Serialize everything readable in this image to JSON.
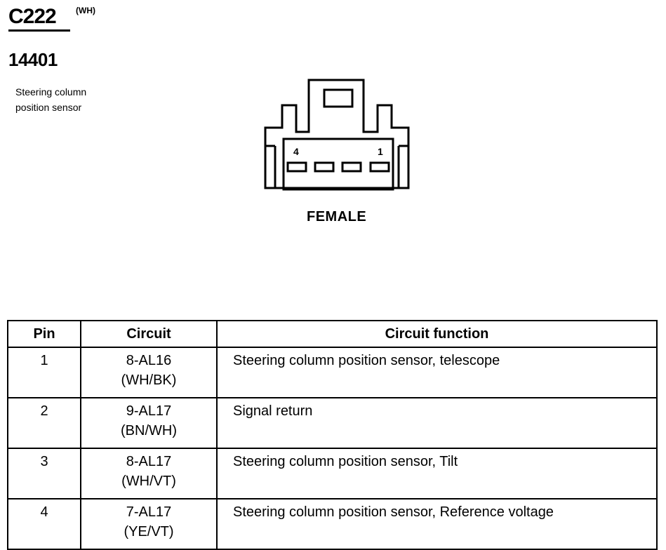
{
  "connector": {
    "id": "C222",
    "color_code": "(WH)"
  },
  "part_number": "14401",
  "component": {
    "line1": "Steering column",
    "line2": "position sensor"
  },
  "diagram": {
    "pin_left": "4",
    "pin_right": "1",
    "gender": "FEMALE"
  },
  "table": {
    "headers": {
      "pin": "Pin",
      "circuit": "Circuit",
      "function": "Circuit function"
    },
    "rows": [
      {
        "pin": "1",
        "circuit": "8-AL16",
        "color": "(WH/BK)",
        "function": "Steering column position sensor, telescope"
      },
      {
        "pin": "2",
        "circuit": "9-AL17",
        "color": "(BN/WH)",
        "function": "Signal return"
      },
      {
        "pin": "3",
        "circuit": "8-AL17",
        "color": "(WH/VT)",
        "function": "Steering column position sensor, Tilt"
      },
      {
        "pin": "4",
        "circuit": "7-AL17",
        "color": "(YE/VT)",
        "function": "Steering column position sensor, Reference voltage"
      }
    ]
  }
}
